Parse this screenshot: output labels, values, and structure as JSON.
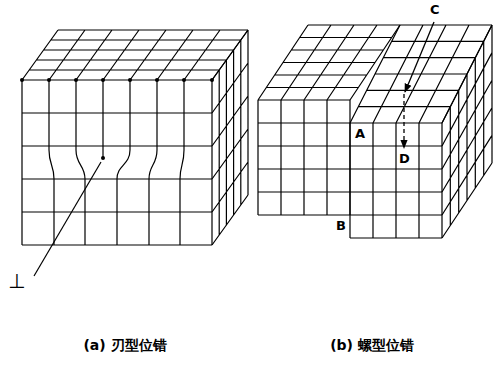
{
  "diagram": {
    "labels": [
      "⊥",
      "A",
      "B",
      "C",
      "D",
      "(a) 刃型位错",
      "(b) 螺型位错"
    ]
  }
}
